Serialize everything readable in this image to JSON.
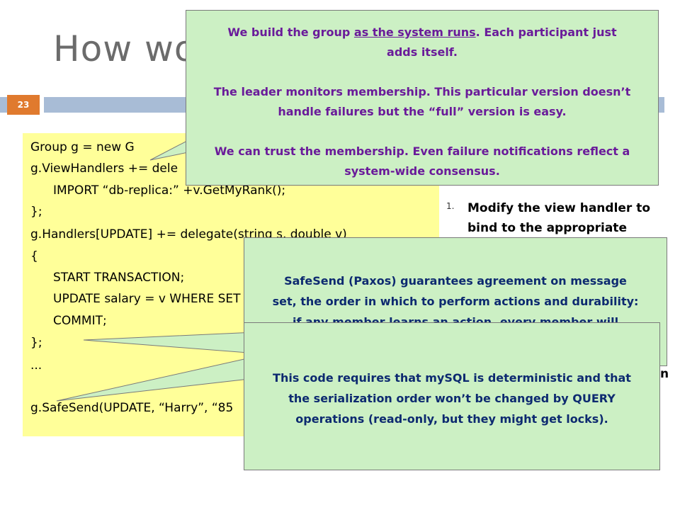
{
  "slide": {
    "title": "How wo",
    "page_number": "23"
  },
  "code_lines": [
    "Group g = new G",
    "g.ViewHandlers += dele",
    "IMPORT “db-replica:” +v.GetMyRank();",
    "};",
    "g.Handlers[UPDATE] += delegate(string s, double v)",
    "{",
    "START TRANSACTION;",
    "UPDATE salary = v WHERE SET",
    "COMMIT;",
    "};",
    "...",
    "g.SafeSend(UPDATE, “Harry”, “85"
  ],
  "side_note": {
    "number": "1.",
    "line1": "Modify the view handler to",
    "line2": "bind to the appropriate",
    "fragment": "n"
  },
  "callouts": {
    "top": {
      "p1_a": "We build the group ",
      "p1_u": "as the system runs",
      "p1_b": ".  Each participant just",
      "p1_c": "adds itself.",
      "p2_a": "The leader monitors membership.  This particular version doesn’t",
      "p2_b": "handle failures but the “full” version is easy.",
      "p3_a": "We can trust the membership.  Even failure notifications reflect a",
      "p3_b": "system-wide consensus."
    },
    "mid": {
      "line1": "SafeSend (Paxos) guarantees agreement on message",
      "line2": "set, the order in which to perform actions and durability:",
      "line3": "if any member learns an action, every member will"
    },
    "low": {
      "line1": "This code requires that mySQL is deterministic and that",
      "line2": "the serialization order won’t be changed by QUERY",
      "line3": "operations (read-only, but they might get locks)."
    }
  },
  "colors": {
    "callout_fill": "#ccf0c4",
    "code_fill": "#ffff99",
    "rule": "#a8bcd6",
    "badge": "#e07a2e"
  }
}
